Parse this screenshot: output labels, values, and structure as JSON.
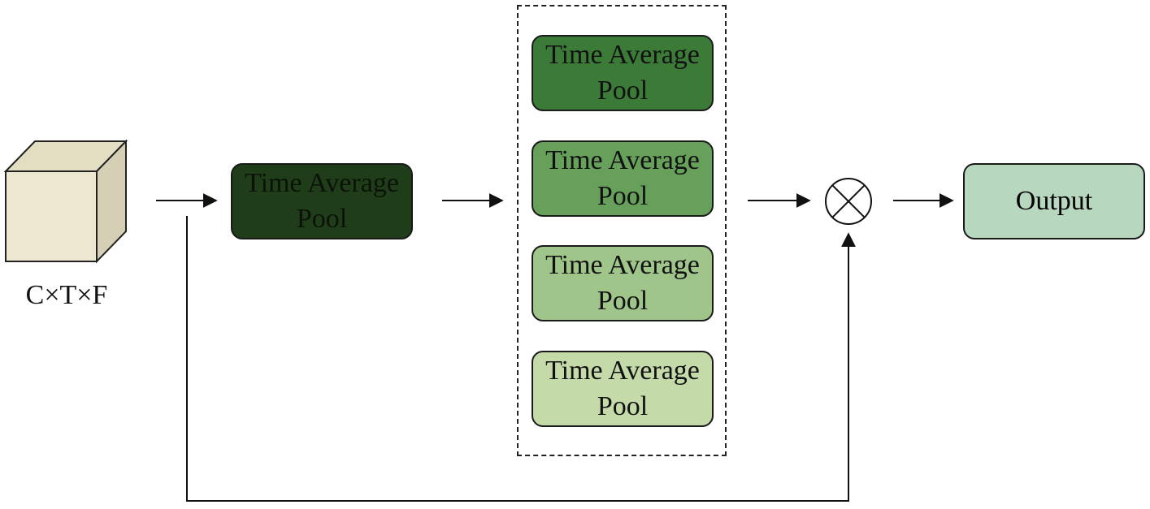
{
  "input": {
    "label": "C×T×F",
    "front_color": "#ede7cf",
    "top_color": "#e3ddc2",
    "side_color": "#d4cfb5"
  },
  "first_pool": {
    "line1": "Time Average",
    "line2": "Pool",
    "fill": "#1f3d18"
  },
  "pool_stack": [
    {
      "line1": "Time Average",
      "line2": "Pool",
      "fill": "#3c7a38"
    },
    {
      "line1": "Time Average",
      "line2": "Pool",
      "fill": "#67a05a"
    },
    {
      "line1": "Time Average",
      "line2": "Pool",
      "fill": "#9fc58a"
    },
    {
      "line1": "Time Average",
      "line2": "Pool",
      "fill": "#c4dba9"
    }
  ],
  "multiply_symbol": "⊗",
  "output": {
    "label": "Output",
    "fill": "#b7d7bf"
  }
}
